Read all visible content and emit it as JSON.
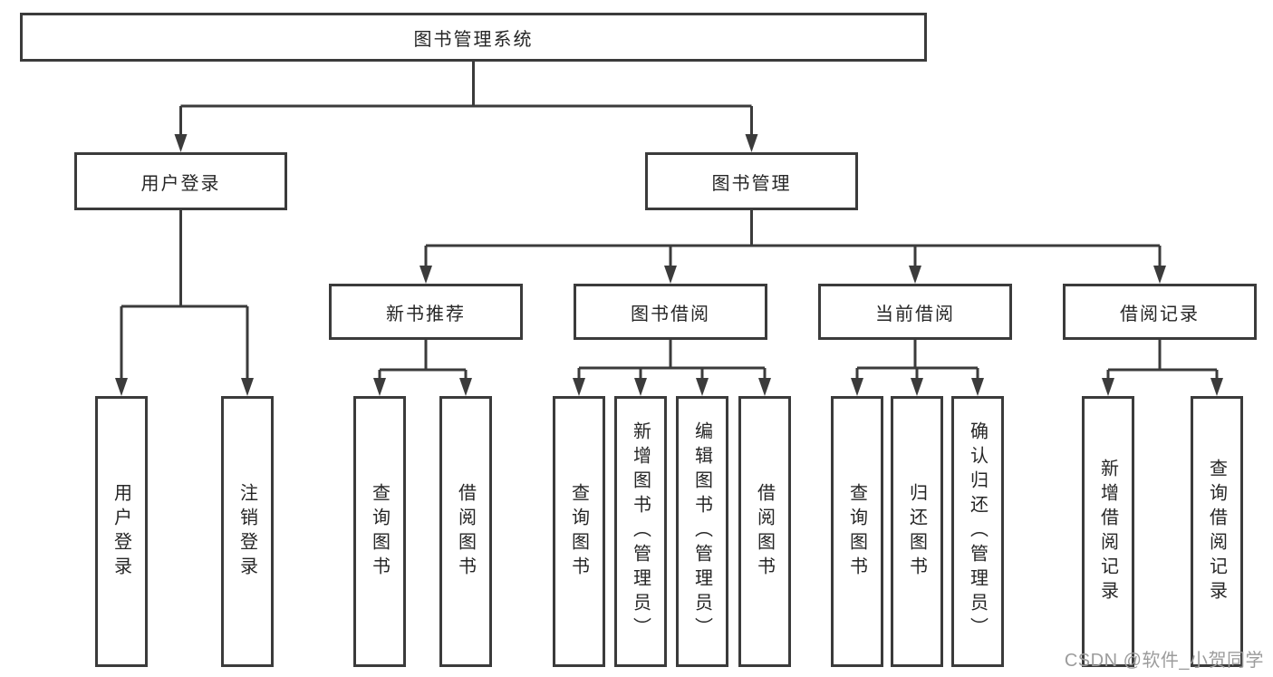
{
  "diagram": {
    "root": {
      "label": "图书管理系统"
    },
    "branches": [
      {
        "label": "用户登录",
        "children": [
          {
            "label": "用户登录"
          },
          {
            "label": "注销登录"
          }
        ]
      },
      {
        "label": "图书管理",
        "groups": [
          {
            "label": "新书推荐",
            "children": [
              {
                "label": "查询图书"
              },
              {
                "label": "借阅图书"
              }
            ]
          },
          {
            "label": "图书借阅",
            "children": [
              {
                "label": "查询图书"
              },
              {
                "label": "新增图书（管理员）"
              },
              {
                "label": "编辑图书（管理员）"
              },
              {
                "label": "借阅图书"
              }
            ]
          },
          {
            "label": "当前借阅",
            "children": [
              {
                "label": "查询图书"
              },
              {
                "label": "归还图书"
              },
              {
                "label": "确认归还（管理员）"
              }
            ]
          },
          {
            "label": "借阅记录",
            "children": [
              {
                "label": "新增借阅记录"
              },
              {
                "label": "查询借阅记录"
              }
            ]
          }
        ]
      }
    ]
  },
  "watermark": {
    "text": "CSDN @软件_小贺同学"
  },
  "colors": {
    "line": "#3b3b3b",
    "box_border": "#3b3b3b",
    "box_fill": "#ffffff",
    "text": "#262626",
    "watermark": "#9c9c9c",
    "background": "#ffffff"
  }
}
